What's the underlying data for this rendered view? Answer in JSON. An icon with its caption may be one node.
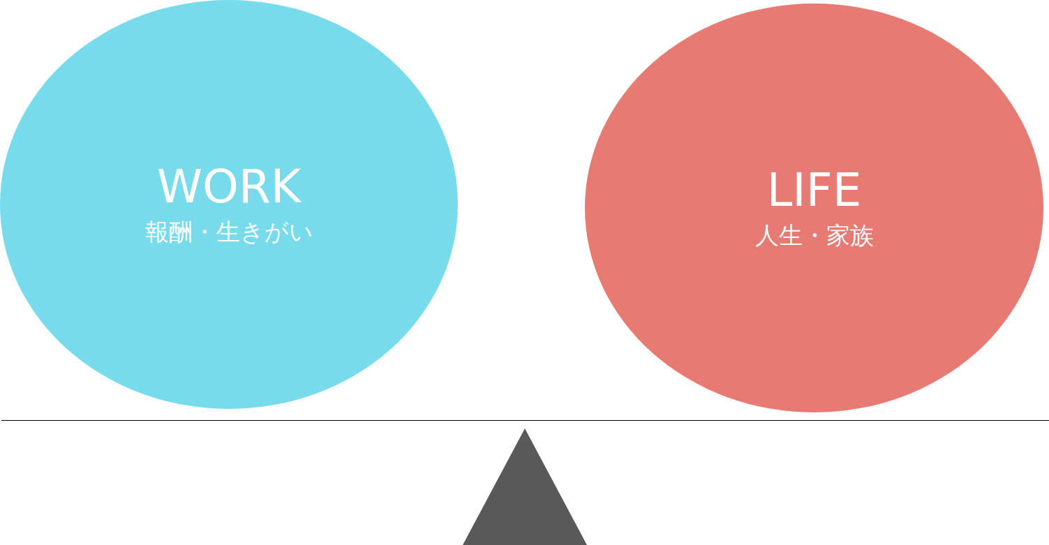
{
  "diagram": {
    "nodes": [
      {
        "text": [
          "WORK",
          "報酬・生きがい"
        ]
      },
      {
        "text": [
          "LIFE",
          "人生・家族"
        ]
      }
    ]
  }
}
